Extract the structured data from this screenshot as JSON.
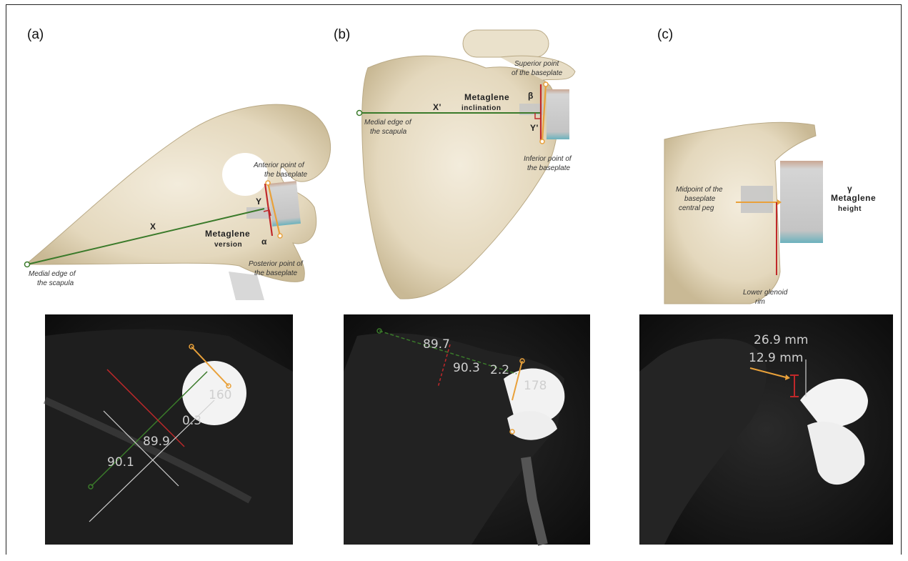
{
  "panels": [
    {
      "label": "(a)"
    },
    {
      "label": "(b)"
    },
    {
      "label": "(c)"
    }
  ],
  "panel_a": {
    "anterior_line1": "Anterior point of",
    "anterior_line2": "the baseplate",
    "posterior_line1": "Posterior point of",
    "posterior_line2": "the baseplate",
    "medial_line1": "Medial edge of",
    "medial_line2": "the scapula",
    "x_label": "X",
    "y_label": "Y",
    "alpha": "α",
    "metric_line1": "Metaglene",
    "metric_line2": "version",
    "ct_angle1": "160",
    "ct_angle2": "0.3",
    "ct_angle3": "89.9",
    "ct_angle4": "90.1"
  },
  "panel_b": {
    "superior_line1": "Superior point",
    "superior_line2": "of the baseplate",
    "inferior_line1": "Inferior point of",
    "inferior_line2": "the baseplate",
    "medial_line1": "Medial edge of",
    "medial_line2": "the scapula",
    "x_label": "X'",
    "y_label": "Y'",
    "beta": "β",
    "metric_line1": "Metaglene",
    "metric_line2": "inclination",
    "ct_angle1": "89.7",
    "ct_angle2": "90.3",
    "ct_angle3": "2.2",
    "ct_angle4": "178"
  },
  "panel_c": {
    "midpoint_line1": "Midpoint of the",
    "midpoint_line2": "baseplate",
    "midpoint_line3": "central peg",
    "gamma": "γ",
    "metric_line1": "Metaglene",
    "metric_line2": "height",
    "lower_line1": "Lower glenoid",
    "lower_line2": "rim",
    "ct_measure1": "26.9 mm",
    "ct_measure2": "12.9 mm"
  },
  "colors": {
    "green": "#3a7a2a",
    "red": "#c0282a",
    "orange": "#e9a13a",
    "bone": "#ece3cf",
    "implant": "#c8c8c8"
  }
}
